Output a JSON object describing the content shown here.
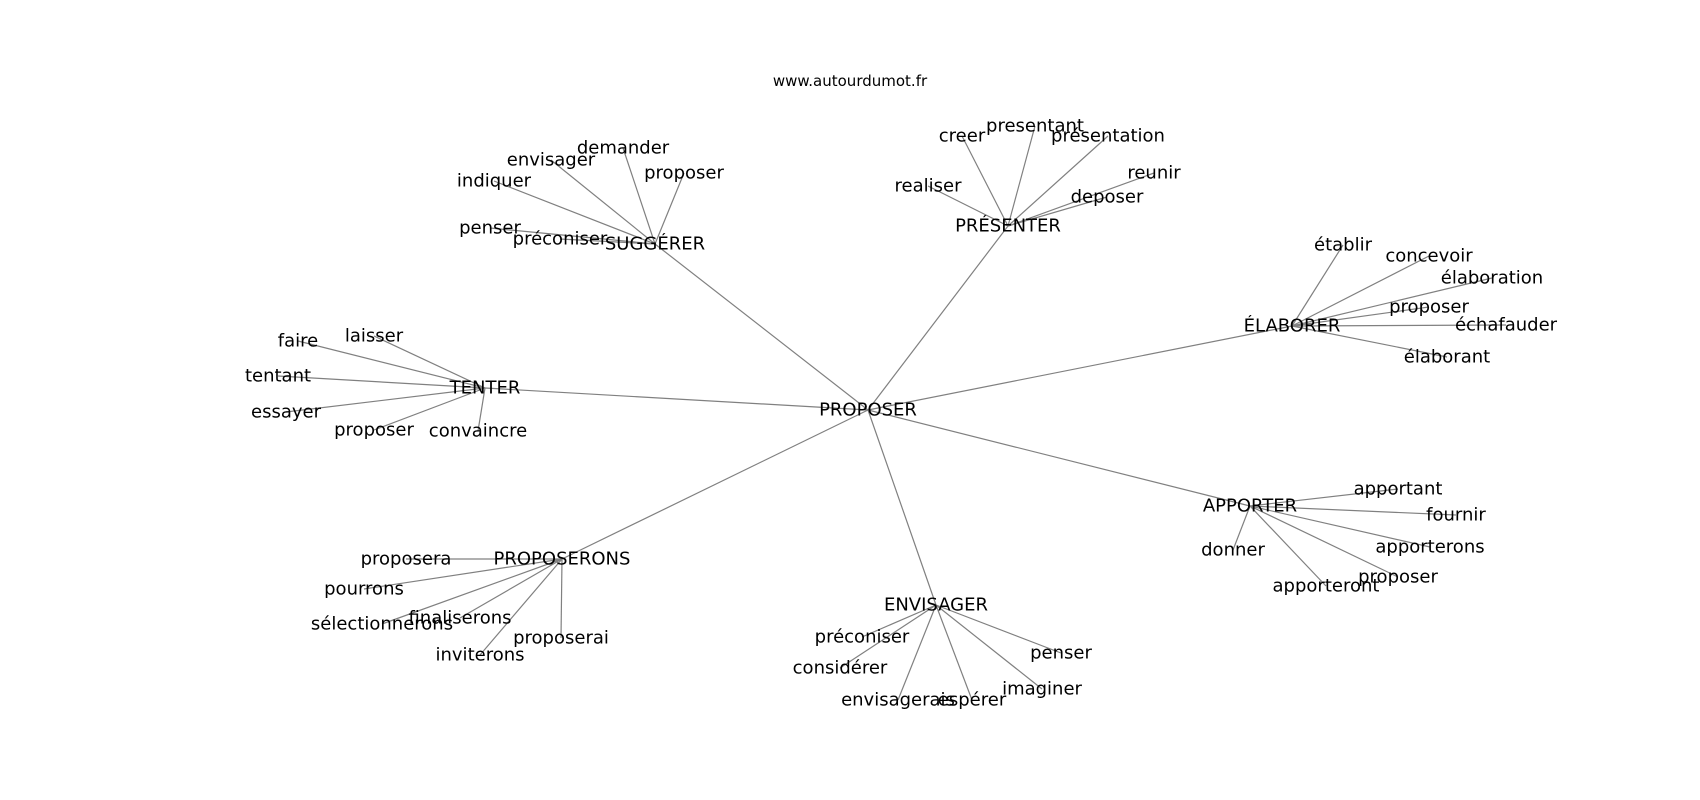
{
  "watermark": "www.autourdumot.fr",
  "colors": {
    "edge": "#808080",
    "text": "#000000",
    "background": "#ffffff"
  },
  "graph": {
    "center": "PROPOSER",
    "clusters": [
      {
        "hub": "SUGGÉRER",
        "leaves": [
          "demander",
          "envisager",
          "indiquer",
          "proposer",
          "penser",
          "préconiser"
        ]
      },
      {
        "hub": "PRÉSENTER",
        "leaves": [
          "creer",
          "presentant",
          "présentation",
          "realiser",
          "reunir",
          "deposer"
        ]
      },
      {
        "hub": "ÉLABORER",
        "leaves": [
          "établir",
          "concevoir",
          "élaboration",
          "proposer",
          "échafauder",
          "élaborant"
        ]
      },
      {
        "hub": "TENTER",
        "leaves": [
          "faire",
          "laisser",
          "tentant",
          "essayer",
          "proposer",
          "convaincre"
        ]
      },
      {
        "hub": "APPORTER",
        "leaves": [
          "apportant",
          "fournir",
          "donner",
          "apporterons",
          "proposer",
          "apporteront"
        ]
      },
      {
        "hub": "PROPOSERONS",
        "leaves": [
          "proposera",
          "pourrons",
          "finaliserons",
          "sélectionnerons",
          "proposerai",
          "inviterons"
        ]
      },
      {
        "hub": "ENVISAGER",
        "leaves": [
          "préconiser",
          "considérer",
          "envisagerais",
          "espérer",
          "imaginer",
          "penser"
        ]
      }
    ]
  }
}
